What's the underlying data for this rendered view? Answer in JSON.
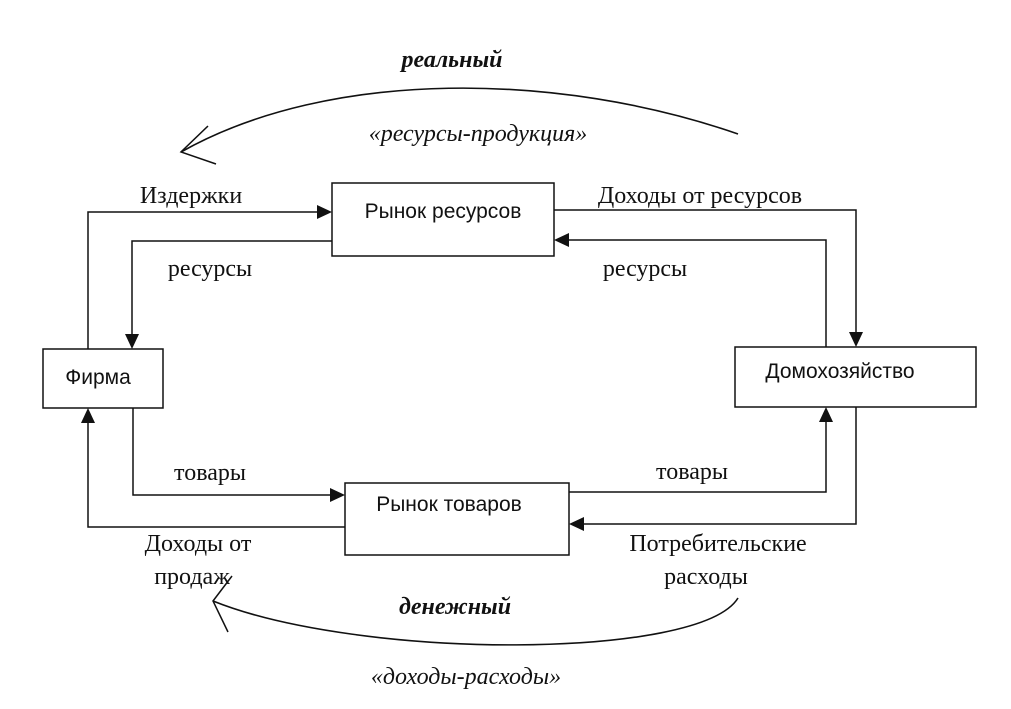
{
  "nodes": {
    "resource_market": "Рынок ресурсов",
    "firm": "Фирма",
    "household": "Домохозяйство",
    "goods_market": "Рынок товаров"
  },
  "flows": {
    "real": {
      "title": "реальный",
      "subtitle": "«ресурсы-продукция»"
    },
    "money": {
      "title": "денежный",
      "subtitle": "«доходы-расходы»"
    }
  },
  "edges": {
    "costs": "Издержки",
    "resource_income": "Доходы от ресурсов",
    "resources_to_firm": "ресурсы",
    "resources_from_household": "ресурсы",
    "goods_from_firm": "товары",
    "goods_to_household": "товары",
    "sales_income_line1": "Доходы от",
    "sales_income_line2": "продаж",
    "consumer_spending_line1": "Потребительские",
    "consumer_spending_line2": "расходы"
  }
}
